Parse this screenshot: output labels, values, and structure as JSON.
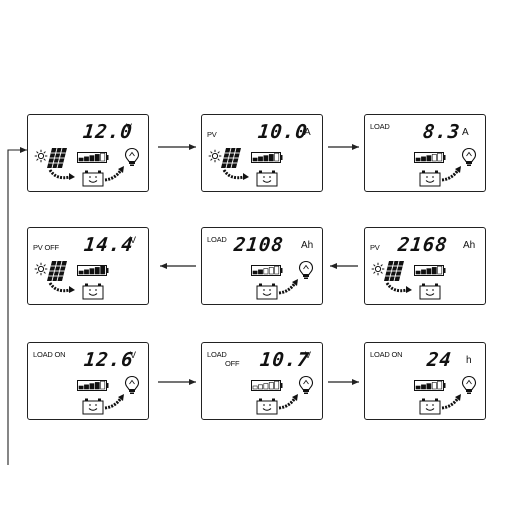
{
  "screens": [
    {
      "id": "s1",
      "label": "",
      "label2": "",
      "value": "12.0",
      "unit": "V",
      "unit_sup": true,
      "battery": 4,
      "solar": true,
      "bulb": true
    },
    {
      "id": "s2",
      "label": "PV",
      "label2": "",
      "value": "10.0",
      "unit": "A",
      "unit_sup": false,
      "battery": 4,
      "solar": true,
      "bulb": false
    },
    {
      "id": "s3",
      "label": "LOAD",
      "label2": "",
      "value": "8.3",
      "unit": "A",
      "unit_sup": false,
      "battery": 3,
      "solar": false,
      "bulb": true
    },
    {
      "id": "s4",
      "label": "PV OFF",
      "label2": "",
      "value": "14.4",
      "unit": "V",
      "unit_sup": true,
      "battery": 5,
      "solar": true,
      "bulb": false
    },
    {
      "id": "s5",
      "label": "LOAD",
      "label2": "",
      "value": "2108",
      "unit": "Ah",
      "unit_sup": false,
      "battery": 2,
      "solar": false,
      "bulb": true
    },
    {
      "id": "s6",
      "label": "PV",
      "label2": "",
      "value": "2168",
      "unit": "Ah",
      "unit_sup": false,
      "battery": 4,
      "solar": true,
      "bulb": false
    },
    {
      "id": "s7",
      "label": "LOAD ON",
      "label2": "",
      "value": "12.6",
      "unit": "V",
      "unit_sup": true,
      "battery": 4,
      "solar": false,
      "bulb": true
    },
    {
      "id": "s8",
      "label": "LOAD",
      "label2": "OFF",
      "value": "10.7",
      "unit": "V",
      "unit_sup": true,
      "battery": 0,
      "solar": false,
      "bulb": true
    },
    {
      "id": "s9",
      "label": "LOAD ON",
      "label2": "",
      "value": "24",
      "unit": "h",
      "unit_sup": false,
      "battery": 3,
      "solar": false,
      "bulb": true
    }
  ],
  "icons": {
    "solar": "solar-panel-icon",
    "sun": "sun-icon",
    "battery_face": "battery-smiley-icon",
    "bulb": "light-bulb-icon",
    "flow": "flow-arrow-icon"
  }
}
